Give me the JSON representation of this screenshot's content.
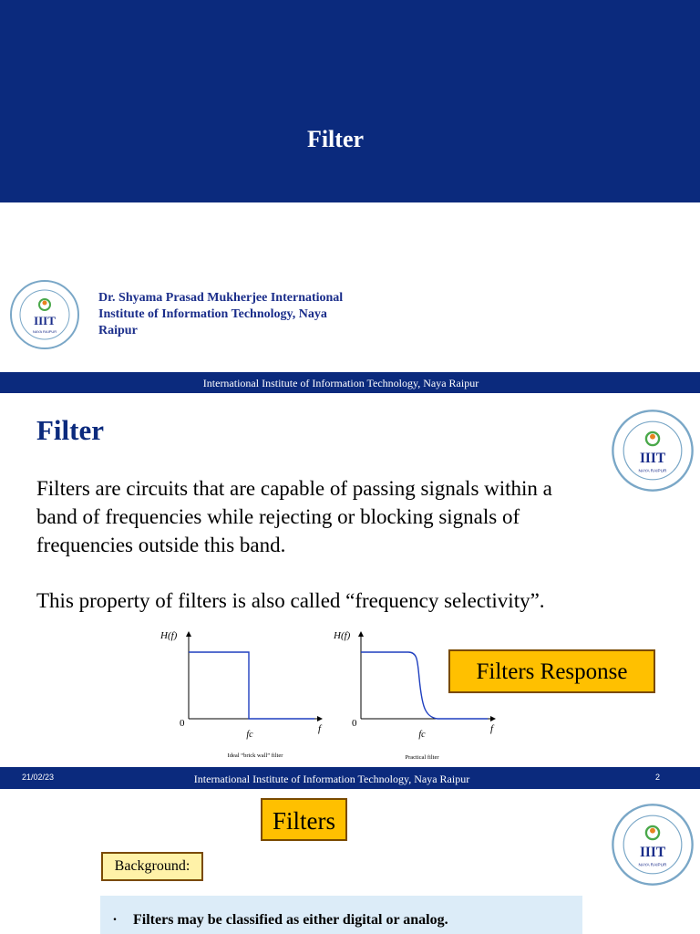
{
  "slide1": {
    "title": "Filter",
    "institute_lines": [
      "Dr. Shyama Prasad Mukherjee International",
      "Institute of Information Technology, Naya",
      "Raipur"
    ],
    "logo_text": "IIIT",
    "logo_sub": "NAYA RAIPUR"
  },
  "footer1": {
    "center": "International Institute of Information Technology, Naya Raipur"
  },
  "slide2": {
    "heading": "Filter",
    "para1": [
      "Filters are circuits that are capable of passing signals  within a",
      "band of frequencies while rejecting or blocking  signals of",
      "frequencies outside this band."
    ],
    "para2": "This property of filters is also called “frequency  selectivity”.",
    "response_label": "Filters Response",
    "graph_ideal": {
      "ylabel": "H(f)",
      "origin": "0",
      "xlabel": "f",
      "cutoff": "fc",
      "caption": "Ideal “brick wall” filter"
    },
    "graph_practical": {
      "ylabel": "H(f)",
      "origin": "0",
      "xlabel": "f",
      "cutoff": "fc",
      "caption": "Practical filter"
    },
    "logo_text": "IIIT",
    "logo_sub": "NAYA RAIPUR"
  },
  "footer2": {
    "date": "21/02/23",
    "center": "International Institute of Information Technology, Naya Raipur",
    "page": "2"
  },
  "slide3": {
    "title": "Filters",
    "background_label": "Background:",
    "bullet": "Filters may be classified as either digital or analog.",
    "bullet_marker": ".",
    "logo_text": "IIIT",
    "logo_sub": "NAYA RAIPUR"
  },
  "colors": {
    "navy": "#0b2a7d",
    "gold": "#ffc000",
    "response_blue": "#1f3fbf",
    "light_blue": "#dcecf8"
  }
}
